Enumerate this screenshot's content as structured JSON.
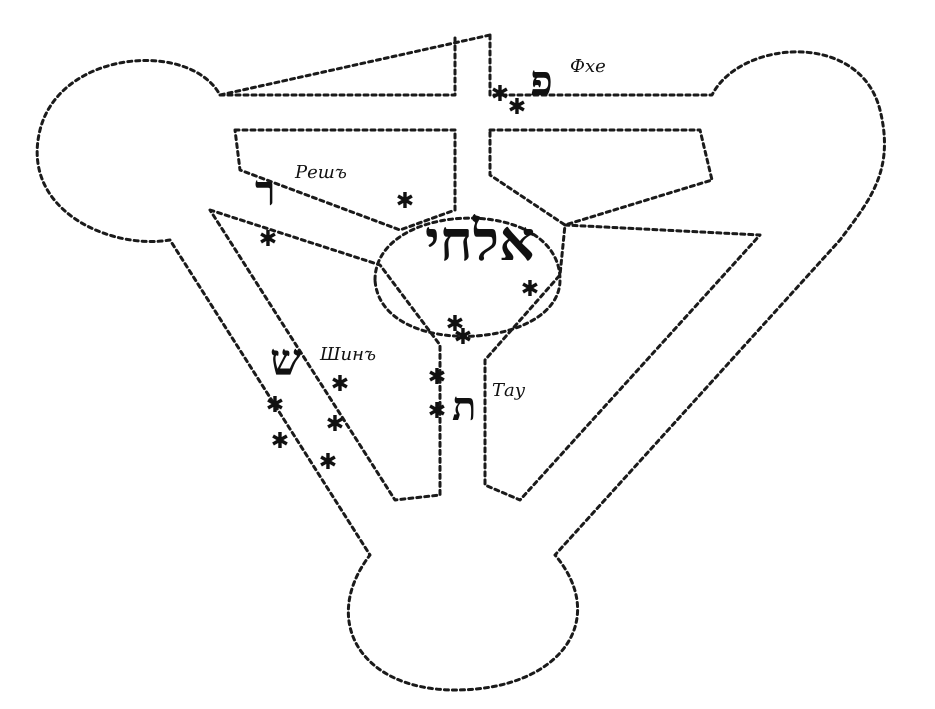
{
  "colors": {
    "ink": "#111111",
    "paper": "#ffffff"
  },
  "center_word": "אלחי",
  "letters": {
    "pe": {
      "glyph": "פ",
      "label": "Фхе"
    },
    "resh": {
      "glyph": "ר",
      "label": "Решъ"
    },
    "shin": {
      "glyph": "ש",
      "label": "Шинъ"
    },
    "tav": {
      "glyph": "ת",
      "label": "Тау"
    }
  },
  "star_glyph": "✱",
  "star_count": 14
}
